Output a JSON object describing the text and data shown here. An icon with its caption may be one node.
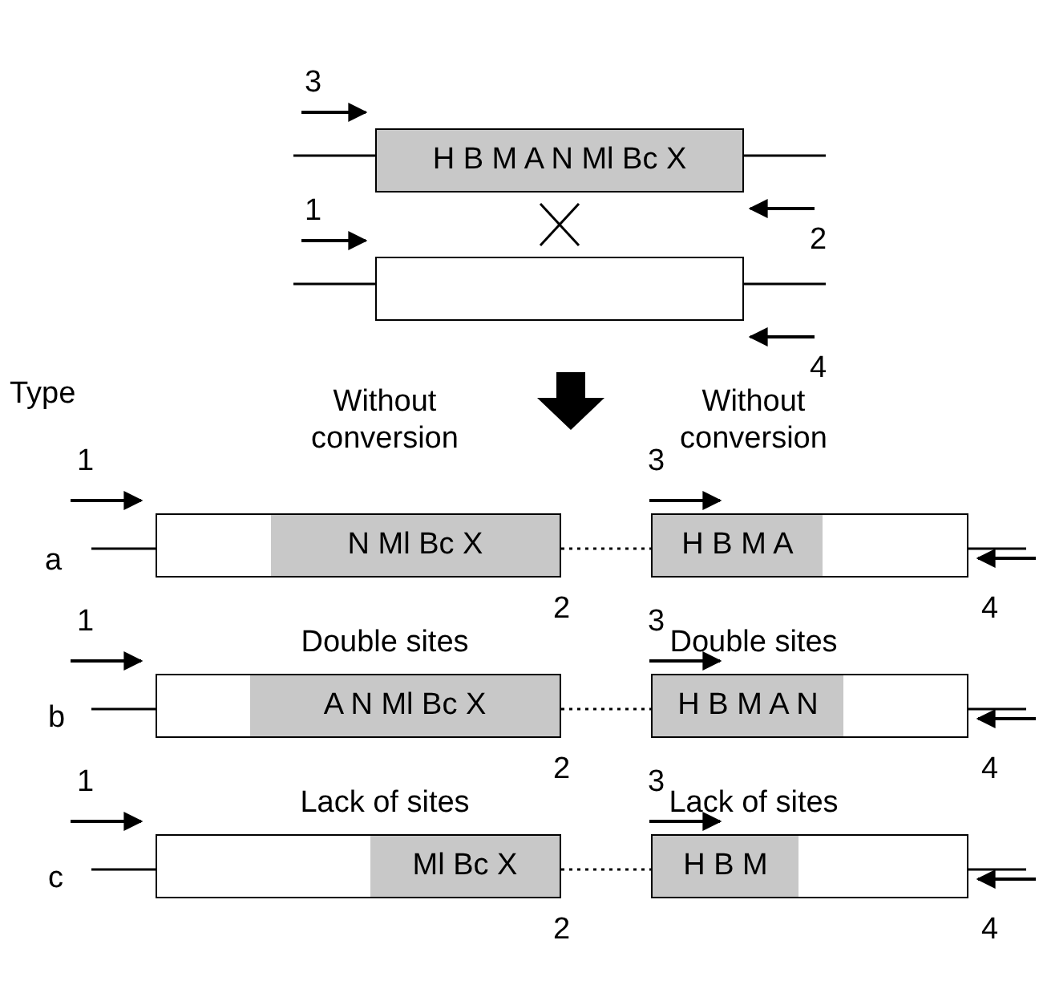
{
  "diagram": {
    "nodes": [
      {
        "text": [
          "H B M A N Ml Bc X"
        ]
      },
      {
        "text": [],
        "shape": "box"
      },
      {
        "text": [
          "N Ml Bc X"
        ],
        "beside": [
          "Without conversion"
        ]
      },
      {
        "text": [
          "H B M A"
        ],
        "beside": [
          "Without conversion"
        ]
      },
      {
        "text": [
          "A N Ml Bc X"
        ],
        "beside": [
          "Double sites"
        ]
      },
      {
        "text": [
          "H B M A N"
        ],
        "beside": [
          "Double sites"
        ]
      },
      {
        "text": [
          "Ml Bc X"
        ],
        "beside": [
          "Lack of sites"
        ]
      },
      {
        "text": [
          "H B M"
        ],
        "beside": [
          "Lack of sites"
        ]
      }
    ],
    "edges": [
      {
        "from": 2,
        "to": 3,
        "arrow": "none",
        "style": "dashed"
      },
      {
        "from": 4,
        "to": 5,
        "arrow": "none",
        "style": "dashed"
      },
      {
        "from": 6,
        "to": 7,
        "arrow": "none",
        "style": "dashed"
      }
    ],
    "labels": [
      "3",
      "2",
      "1",
      "4",
      "Type",
      "1",
      "3",
      "a",
      "2",
      "4",
      "1",
      "3",
      "b",
      "2",
      "4",
      "1",
      "3",
      "c",
      "2",
      "4"
    ]
  }
}
